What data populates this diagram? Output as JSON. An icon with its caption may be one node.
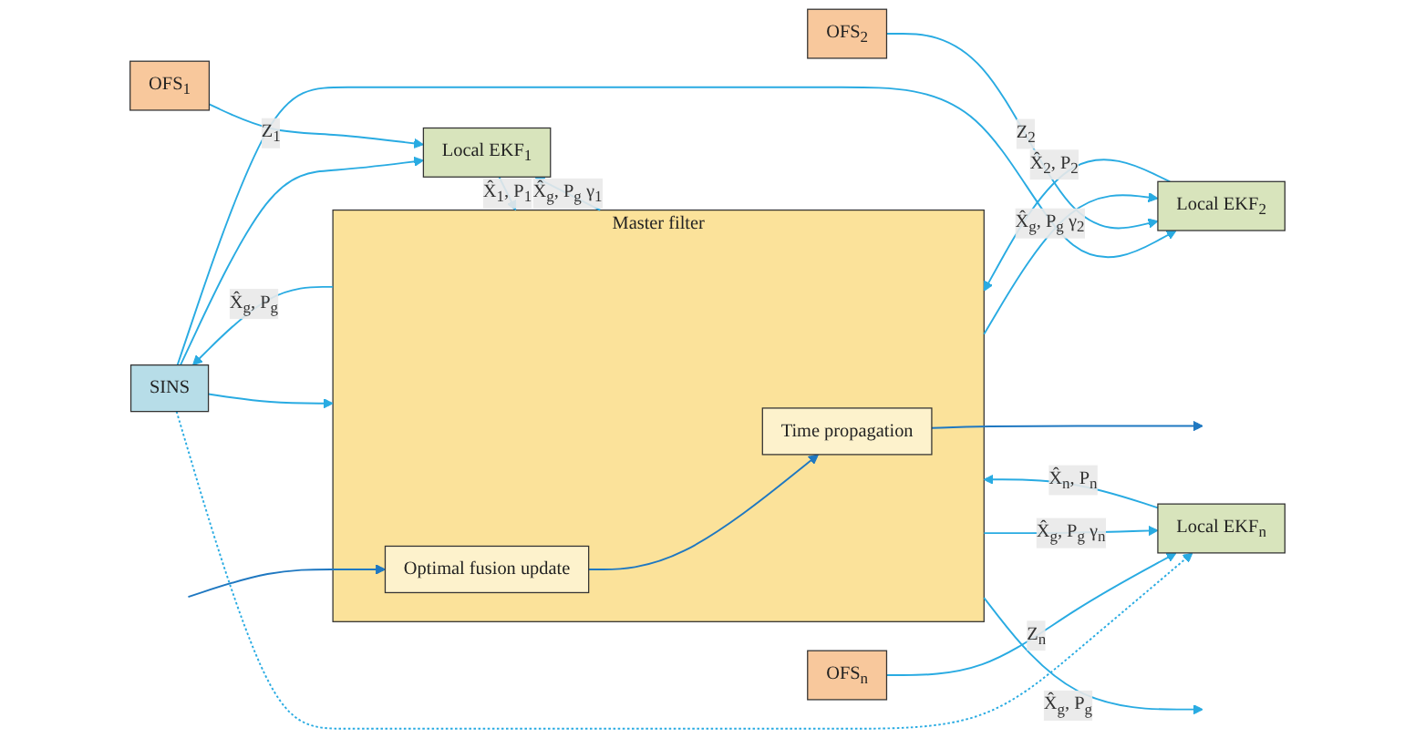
{
  "diagram": {
    "nodes": [
      {
        "text": [
          "SINS"
        ]
      },
      {
        "text": [
          "OFS$_{1}$"
        ]
      },
      {
        "text": [
          "OFS$_{2}$"
        ]
      },
      {
        "text": [
          "OFS$_{n}$"
        ]
      },
      {
        "text": [
          "Local EKF$_{1}$"
        ]
      },
      {
        "text": [
          "Local EKF$_{2}$"
        ]
      },
      {
        "text": [
          "Local EKF$_{n}$"
        ]
      },
      {
        "text": [
          "Master filter"
        ]
      },
      {
        "text": [
          "Time propagation"
        ],
        "in": 7
      },
      {
        "text": [
          "Optimal fusion update"
        ],
        "in": 7
      }
    ],
    "edges": [
      {
        "from": 0,
        "to": 4,
        "arrow": "to"
      },
      {
        "from": 0,
        "to": 5,
        "arrow": "to"
      },
      {
        "from": 0,
        "to": 6,
        "arrow": "to",
        "style": "dashed"
      },
      {
        "from": 1,
        "to": 4,
        "arrow": "to",
        "label": "Z$_{1}$"
      },
      {
        "from": 2,
        "to": 5,
        "arrow": "to",
        "label": "Z$_{2}$"
      },
      {
        "from": 3,
        "to": 6,
        "arrow": "to",
        "label": "Z$_{n}$"
      },
      {
        "from": 4,
        "to": 7,
        "arrow": "to",
        "label": "X̂$_{1}$, P$_{1}$"
      },
      {
        "from": 5,
        "to": 7,
        "arrow": "to",
        "label": "X̂$_{2}$, P$_{2}$"
      },
      {
        "from": 6,
        "to": 7,
        "arrow": "to",
        "label": "X̂$_{n}$, P$_{n}$"
      },
      {
        "from": 0,
        "to": 7,
        "arrow": "to"
      },
      {
        "from": 7,
        "to": 0,
        "arrow": "to",
        "label": "X̂$_{g}$, P$_{g}$"
      },
      {
        "from": 7,
        "to": 4,
        "arrow": "to",
        "label": "X̂$_{g}$, P$_{g}$ γ$_{1}$"
      },
      {
        "from": 7,
        "to": 5,
        "arrow": "to",
        "label": "X̂$_{g}$, P$_{g}$ γ$_{2}$"
      },
      {
        "from": 7,
        "to": 6,
        "arrow": "to",
        "label": "X̂$_{g}$, P$_{g}$ γ$_{n}$"
      },
      {
        "from": 7,
        "to": null,
        "arrow": "to",
        "label": "X̂$_{g}$, P$_{g}$"
      },
      {
        "from": 8,
        "to": null,
        "arrow": "to",
        "color": "#1f78c1"
      },
      {
        "from": null,
        "to": 9,
        "arrow": "to",
        "color": "#1f78c1"
      },
      {
        "from": 9,
        "to": 8,
        "arrow": "to",
        "color": "#1f78c1"
      }
    ]
  }
}
